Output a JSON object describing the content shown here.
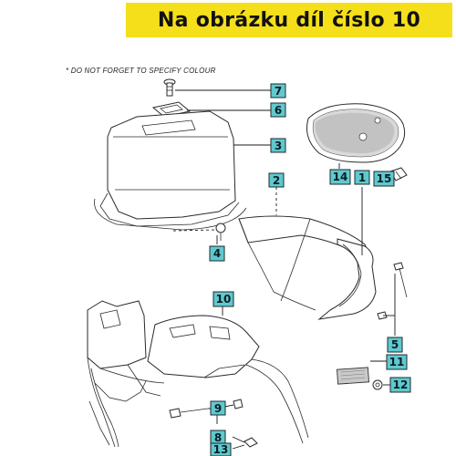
{
  "header": {
    "title": "Na obrázku díl číslo 10"
  },
  "note": {
    "text": "* DO NOT FORGET TO SPECIFY COLOUR"
  },
  "colors": {
    "banner": "#f5df1a",
    "callout": "#5fc9cf"
  },
  "callouts": {
    "c7": "7",
    "c6": "6",
    "c3": "3",
    "c2": "2",
    "c14": "14",
    "c1": "1",
    "c15": "15",
    "c4": "4",
    "c5": "5",
    "c10": "10",
    "c11": "11",
    "c12": "12",
    "c9": "9",
    "c8": "8",
    "c13": "13"
  }
}
